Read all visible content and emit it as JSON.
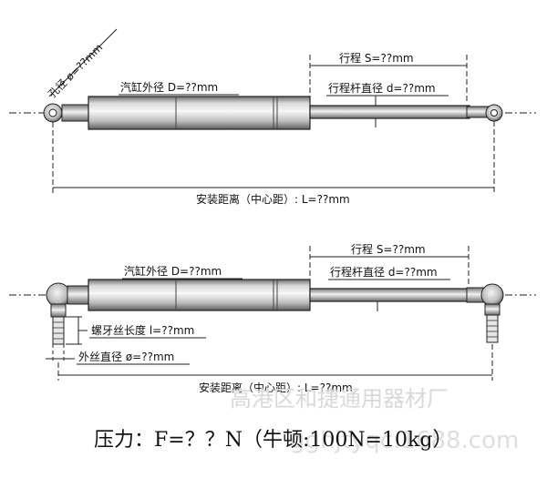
{
  "diagram_top": {
    "eye_diameter_label": "孔径 ø=??mm",
    "cylinder_od_label": "汽缸外径 D=??mm",
    "stroke_label": "行程 S=??mm",
    "rod_diameter_label": "行程杆直径 d=??mm",
    "install_distance_label": "安装距离（中心距）: L=??mm"
  },
  "diagram_bottom": {
    "cylinder_od_label": "汽缸外径 D=??mm",
    "stroke_label": "行程 S=??mm",
    "rod_diameter_label": "行程杆直径 d=??mm",
    "thread_length_label": "螺牙丝长度 l=??mm",
    "thread_od_label": "外丝直径 ø=??mm",
    "install_distance_label": "安装距离（中心距）: L=??mm"
  },
  "force_line": "压力：F=？？N（牛顿:100N=10kg）",
  "watermark_cn": "高港区和捷通用器材厂",
  "watermark_url": "gghjtyqc.1688.com"
}
